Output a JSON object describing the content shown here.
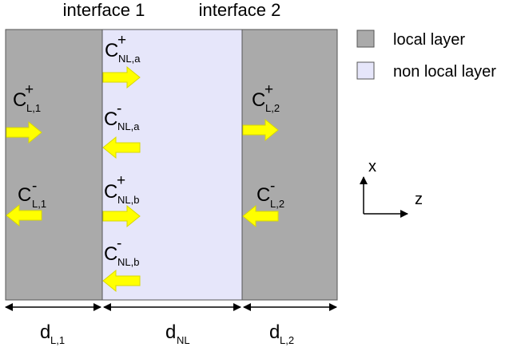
{
  "colors": {
    "local_layer": "#aaaaaa",
    "nonlocal_layer": "#e6e6fa",
    "arrow_fill": "#ffff00",
    "arrow_stroke": "#d8d800"
  },
  "header": {
    "interface1": "interface 1",
    "interface2": "interface 2"
  },
  "legend": {
    "local": "local layer",
    "nonlocal": "non local layer"
  },
  "axes": {
    "x": "x",
    "z": "z"
  },
  "coefficients": {
    "cl1_plus": {
      "base": "C",
      "sign": "+",
      "sub": "L,1"
    },
    "cl1_minus": {
      "base": "C",
      "sign": "-",
      "sub": "L,1"
    },
    "cnla_plus": {
      "base": "C",
      "sign": "+",
      "sub": "NL,a"
    },
    "cnla_minus": {
      "base": "C",
      "sign": "-",
      "sub": "NL,a"
    },
    "cnlb_plus": {
      "base": "C",
      "sign": "+",
      "sub": "NL,b"
    },
    "cnlb_minus": {
      "base": "C",
      "sign": "-",
      "sub": "NL,b"
    },
    "cl2_plus": {
      "base": "C",
      "sign": "+",
      "sub": "L,2"
    },
    "cl2_minus": {
      "base": "C",
      "sign": "-",
      "sub": "L,2"
    }
  },
  "dimensions": {
    "dl1": {
      "base": "d",
      "sub": "L,1"
    },
    "dnl": {
      "base": "d",
      "sub": "NL"
    },
    "dl2": {
      "base": "d",
      "sub": "L,2"
    }
  }
}
